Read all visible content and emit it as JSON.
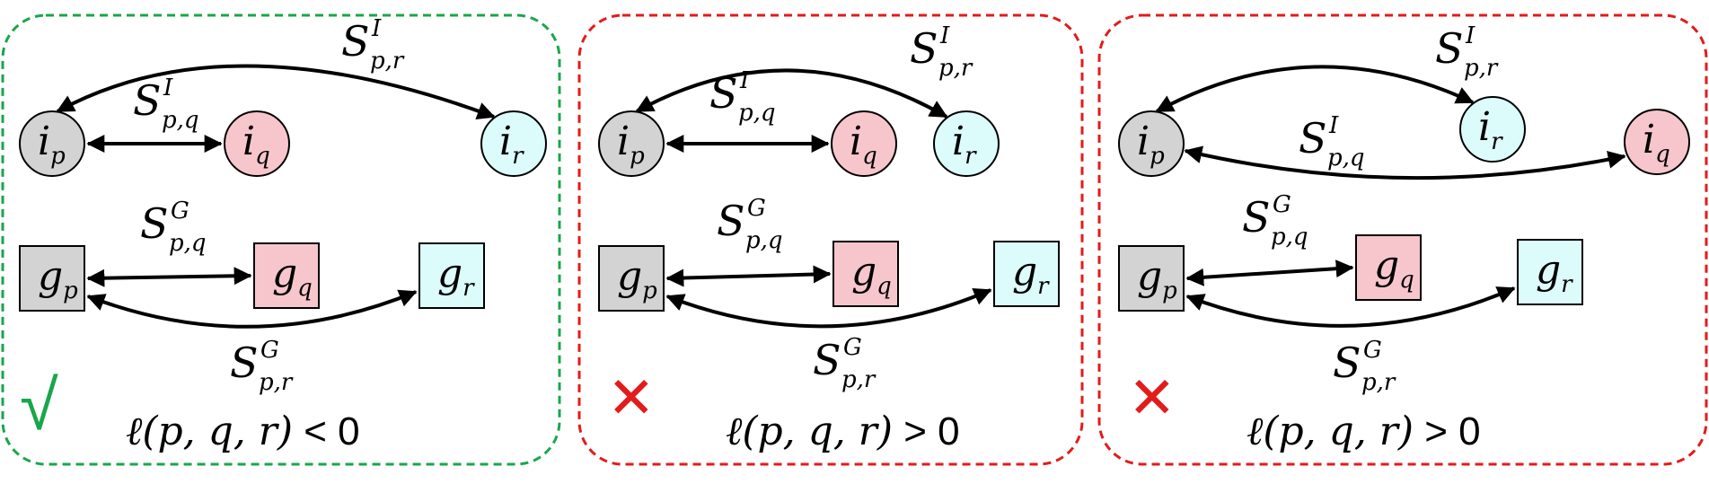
{
  "colors": {
    "good_border": "#1aa64a",
    "bad_border": "#e31b1b",
    "node_p": "#d3d3d3",
    "node_q": "#f7c6cc",
    "node_r": "#dcfbfb",
    "check": "#1aa64a",
    "cross": "#e31b1b",
    "stroke": "#000000"
  },
  "icons": {
    "valid": "check-mark-icon",
    "invalid": "cross-mark-icon"
  },
  "panels": [
    {
      "status": "valid",
      "mark": "√",
      "condition": {
        "prefix": "ℓ(",
        "args": "p, q, r",
        "suffix": ")",
        "op": "<",
        "value": "0"
      },
      "image_nodes": [
        {
          "base": "i",
          "sub": "p"
        },
        {
          "base": "i",
          "sub": "q"
        },
        {
          "base": "i",
          "sub": "r"
        }
      ],
      "graph_nodes": [
        {
          "base": "g",
          "sub": "p"
        },
        {
          "base": "g",
          "sub": "q"
        },
        {
          "base": "g",
          "sub": "r"
        }
      ],
      "edge_labels": {
        "i_pq": {
          "base": "S",
          "sup": "I",
          "sub": "p,q"
        },
        "i_pr": {
          "base": "S",
          "sup": "I",
          "sub": "p,r"
        },
        "g_pq": {
          "base": "S",
          "sup": "G",
          "sub": "p,q"
        },
        "g_pr": {
          "base": "S",
          "sup": "G",
          "sub": "p,r"
        }
      }
    },
    {
      "status": "invalid",
      "mark": "✕",
      "condition": {
        "prefix": "ℓ(",
        "args": "p, q, r",
        "suffix": ")",
        "op": ">",
        "value": "0"
      },
      "image_nodes": [
        {
          "base": "i",
          "sub": "p"
        },
        {
          "base": "i",
          "sub": "q"
        },
        {
          "base": "i",
          "sub": "r"
        }
      ],
      "graph_nodes": [
        {
          "base": "g",
          "sub": "p"
        },
        {
          "base": "g",
          "sub": "q"
        },
        {
          "base": "g",
          "sub": "r"
        }
      ],
      "edge_labels": {
        "i_pq": {
          "base": "S",
          "sup": "I",
          "sub": "p,q"
        },
        "i_pr": {
          "base": "S",
          "sup": "I",
          "sub": "p,r"
        },
        "g_pq": {
          "base": "S",
          "sup": "G",
          "sub": "p,q"
        },
        "g_pr": {
          "base": "S",
          "sup": "G",
          "sub": "p,r"
        }
      }
    },
    {
      "status": "invalid",
      "mark": "✕",
      "condition": {
        "prefix": "ℓ(",
        "args": "p, q, r",
        "suffix": ")",
        "op": ">",
        "value": "0"
      },
      "image_nodes": [
        {
          "base": "i",
          "sub": "p"
        },
        {
          "base": "i",
          "sub": "q"
        },
        {
          "base": "i",
          "sub": "r"
        }
      ],
      "graph_nodes": [
        {
          "base": "g",
          "sub": "p"
        },
        {
          "base": "g",
          "sub": "q"
        },
        {
          "base": "g",
          "sub": "r"
        }
      ],
      "edge_labels": {
        "i_pq": {
          "base": "S",
          "sup": "I",
          "sub": "p,q"
        },
        "i_pr": {
          "base": "S",
          "sup": "I",
          "sub": "p,r"
        },
        "g_pq": {
          "base": "S",
          "sup": "G",
          "sub": "p,q"
        },
        "g_pr": {
          "base": "S",
          "sup": "G",
          "sub": "p,r"
        }
      }
    }
  ]
}
